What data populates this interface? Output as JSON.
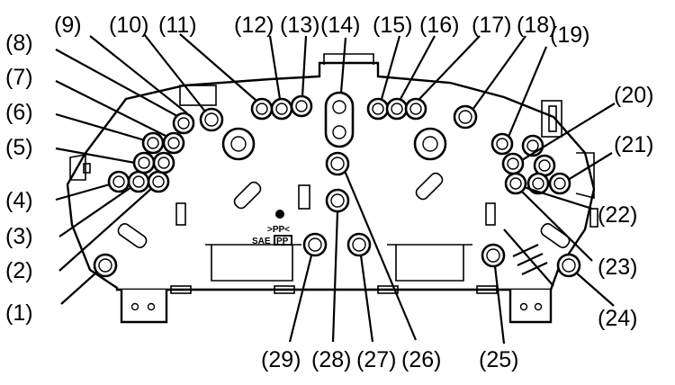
{
  "labels": [
    "(1)",
    "(2)",
    "(3)",
    "(4)",
    "(5)",
    "(6)",
    "(7)",
    "(8)",
    "(9)",
    "(10)",
    "(11)",
    "(12)",
    "(13)",
    "(14)",
    "(15)",
    "(16)",
    "(17)",
    "(18)",
    "(19)",
    "(20)",
    "(21)",
    "(22)",
    "(23)",
    "(24)",
    "(25)",
    "(26)",
    "(27)",
    "(28)",
    "(29)"
  ],
  "marking": {
    "code": ">PP<",
    "standard": "SAE",
    "material": "PP"
  }
}
